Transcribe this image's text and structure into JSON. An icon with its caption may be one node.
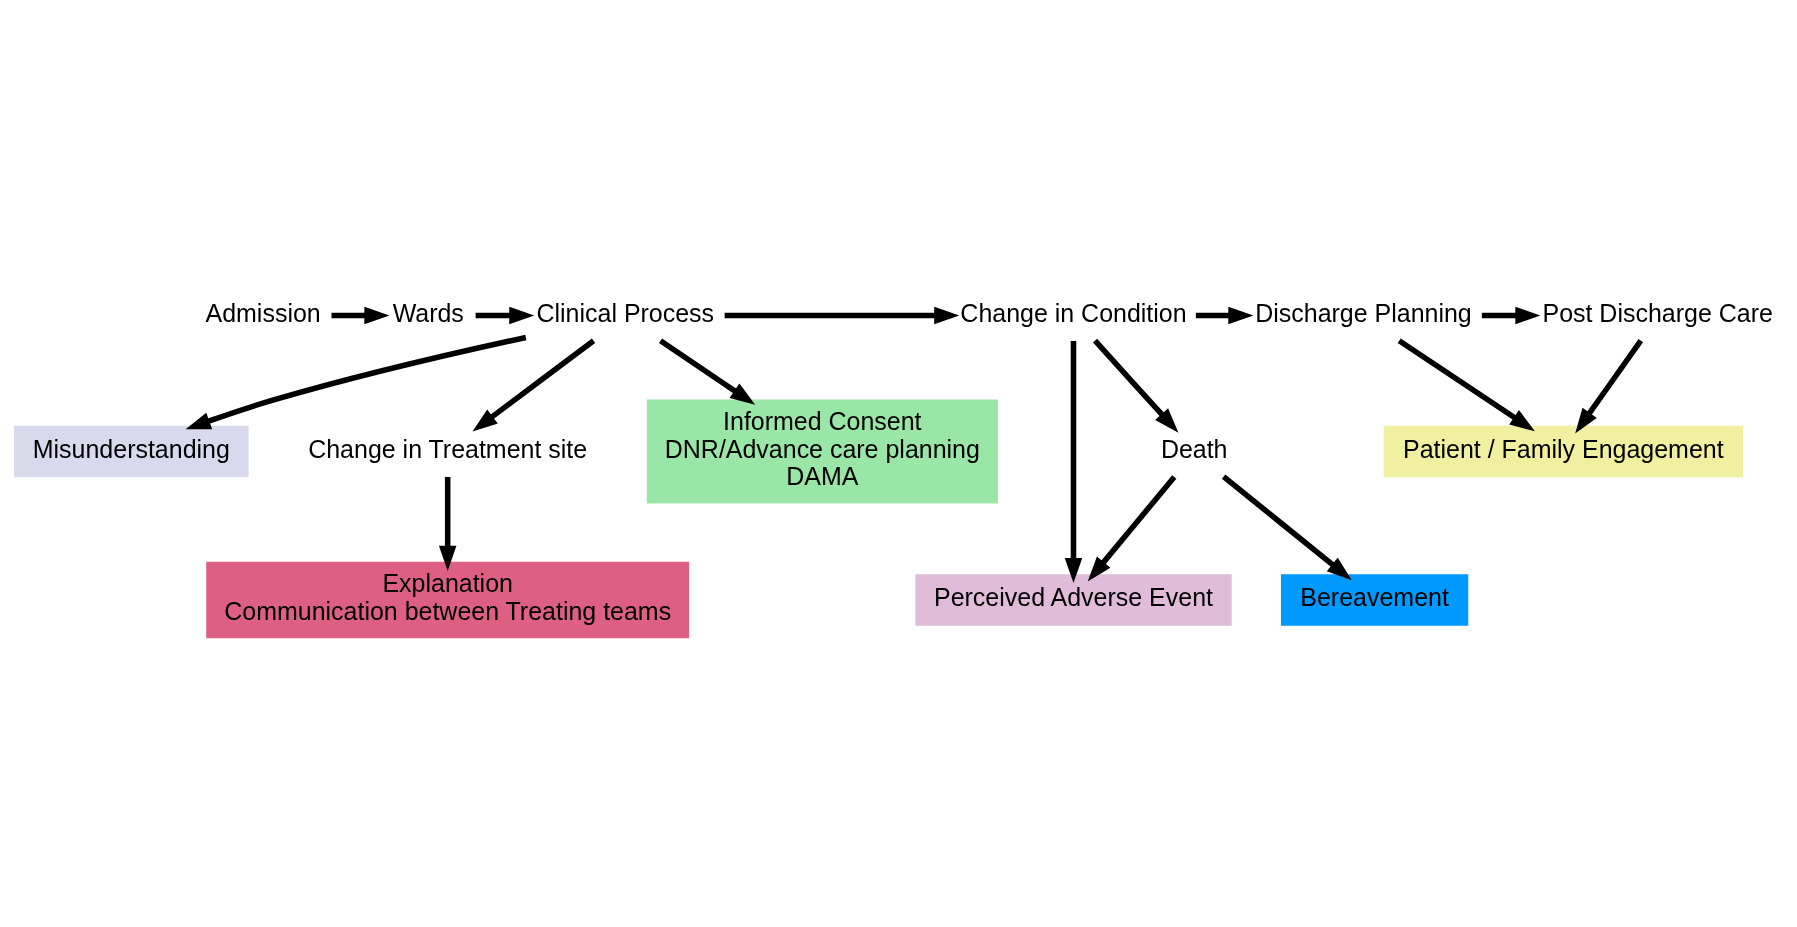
{
  "diagram": {
    "nodes": [
      {
        "text": [
          "Admission"
        ]
      },
      {
        "text": [
          "Wards"
        ]
      },
      {
        "text": [
          "Clinical Process"
        ]
      },
      {
        "text": [
          "Misunderstanding"
        ]
      },
      {
        "text": [
          "Change in Condition"
        ]
      },
      {
        "text": [
          "Perceived Adverse Event"
        ]
      },
      {
        "text": [
          "Death"
        ]
      },
      {
        "text": [
          "Bereavement"
        ]
      },
      {
        "text": [
          "Discharge Planning"
        ]
      },
      {
        "text": [
          "Post Discharge Care"
        ]
      },
      {
        "text": [
          "Change in Treatment site"
        ]
      },
      {
        "text": [
          "Informed Consent",
          "DNR/Advance care planning",
          "DAMA"
        ]
      },
      {
        "text": [
          "Explanation",
          "Communication between Treating teams"
        ]
      },
      {
        "text": [
          "Patient / Family Engagement"
        ]
      }
    ],
    "edges": [
      {
        "from": 0,
        "to": 1,
        "arrow": "to"
      },
      {
        "from": 1,
        "to": 2,
        "arrow": "to"
      },
      {
        "from": 2,
        "to": 4,
        "arrow": "to"
      },
      {
        "from": 2,
        "to": 3,
        "arrow": "to"
      },
      {
        "from": 2,
        "to": 10,
        "arrow": "to"
      },
      {
        "from": 2,
        "to": 11,
        "arrow": "to"
      },
      {
        "from": 4,
        "to": 5,
        "arrow": "to"
      },
      {
        "from": 4,
        "to": 6,
        "arrow": "to"
      },
      {
        "from": 6,
        "to": 5,
        "arrow": "to"
      },
      {
        "from": 6,
        "to": 7,
        "arrow": "to"
      },
      {
        "from": 4,
        "to": 8,
        "arrow": "to"
      },
      {
        "from": 8,
        "to": 9,
        "arrow": "to"
      },
      {
        "from": 10,
        "to": 12,
        "arrow": "to"
      },
      {
        "from": 8,
        "to": 13,
        "arrow": "to"
      },
      {
        "from": 9,
        "to": 13,
        "arrow": "to"
      }
    ]
  }
}
